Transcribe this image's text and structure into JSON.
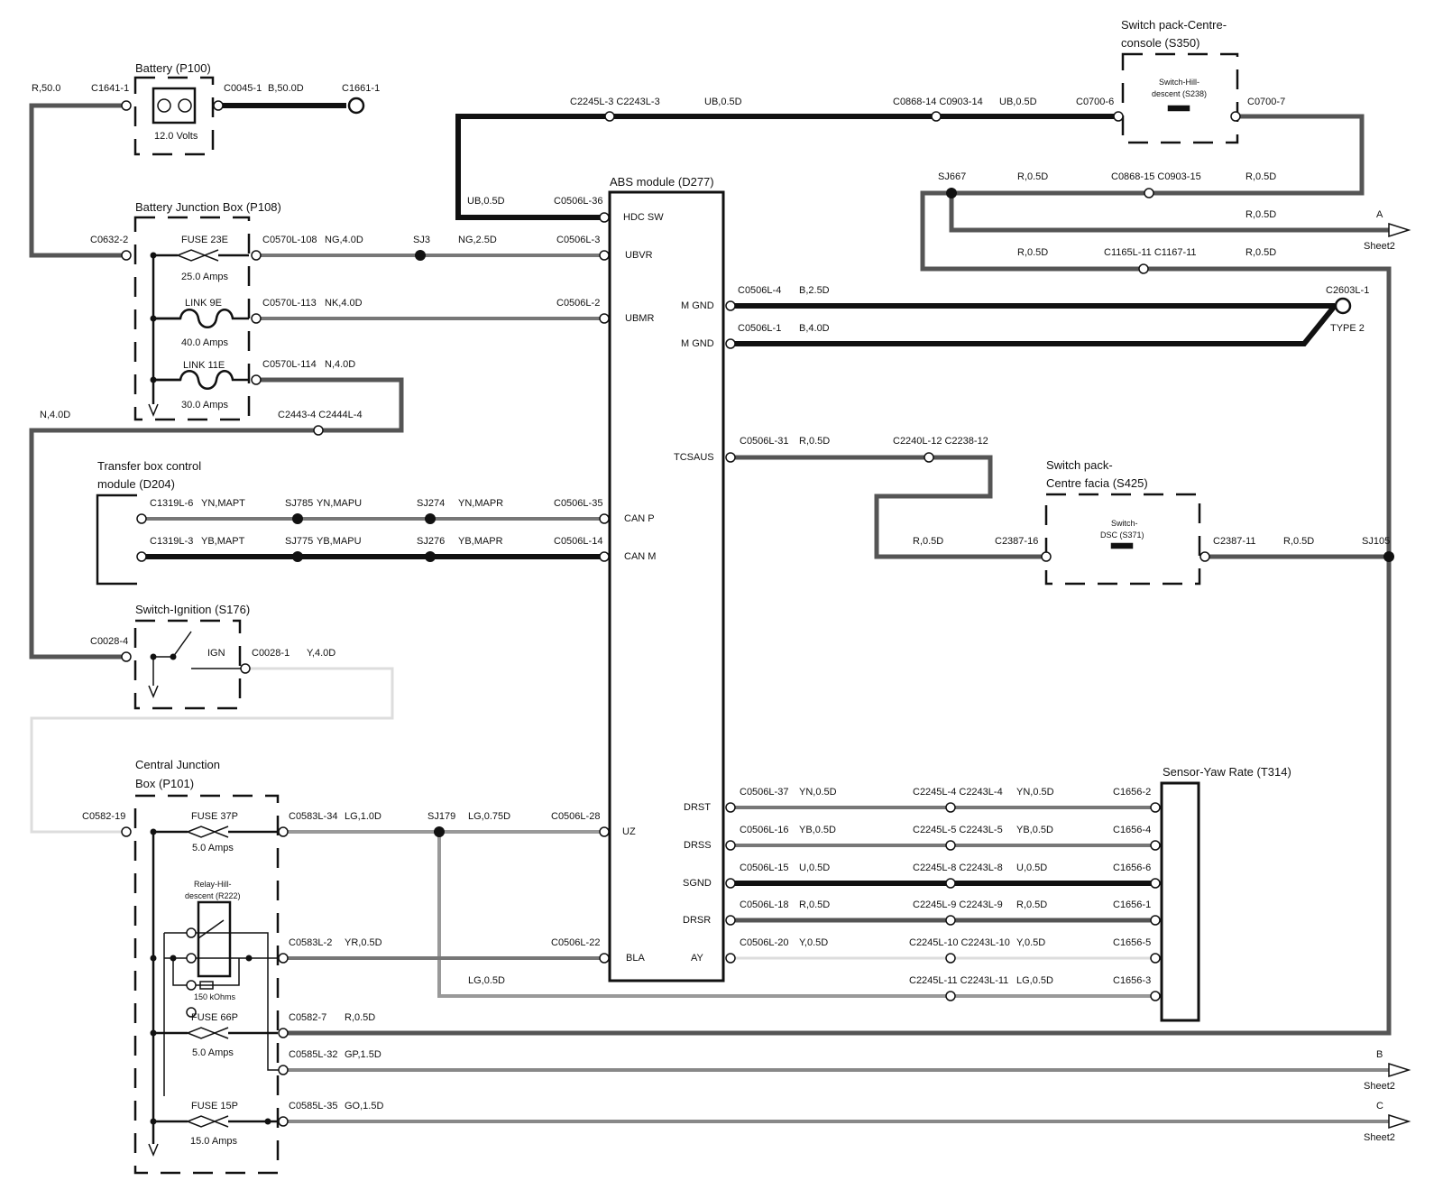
{
  "colors": {
    "ink": "#111111",
    "red_wire": "#555555",
    "grey_wire": "#888888",
    "light_wire": "#dddddd"
  },
  "components": {
    "battery": {
      "title": "Battery (P100)",
      "voltage": "12.0 Volts"
    },
    "bjb": {
      "title": "Battery Junction Box (P108)",
      "fuse23e": "FUSE 23E",
      "fuse23e_rating": "25.0 Amps",
      "link9e": "LINK 9E",
      "link9e_rating": "40.0 Amps",
      "link11e": "LINK 11E",
      "link11e_rating": "30.0 Amps"
    },
    "abs": {
      "title": "ABS module (D277)",
      "pins_left": [
        "HDC SW",
        "UBVR",
        "UBMR",
        "CAN P",
        "CAN M",
        "UZ",
        "BLA"
      ],
      "pins_right": [
        "M GND",
        "M GND",
        "TCSAUS",
        "DRST",
        "DRSS",
        "SGND",
        "DRSR",
        "AY"
      ]
    },
    "tbcm": {
      "title_line1": "Transfer box control",
      "title_line2": "module (D204)"
    },
    "ignition": {
      "title": "Switch-Ignition (S176)",
      "pos": "IGN"
    },
    "cjb": {
      "title_line1": "Central Junction",
      "title_line2": "Box (P101)",
      "fuse37p": "FUSE 37P",
      "fuse37p_rating": "5.0 Amps",
      "relay_line1": "Relay-Hill-",
      "relay_line2": "descent (R222)",
      "resistor": "150 kOhms",
      "fuse66p": "FUSE 66P",
      "fuse66p_rating": "5.0 Amps",
      "fuse15p": "FUSE 15P",
      "fuse15p_rating": "15.0 Amps"
    },
    "switch_console": {
      "title_line1": "Switch pack-Centre-",
      "title_line2": "console (S350)",
      "inner_line1": "Switch-Hill-",
      "inner_line2": "descent (S238)"
    },
    "switch_facia": {
      "title_line1": "Switch pack-",
      "title_line2": "Centre facia (S425)",
      "inner_line1": "Switch-",
      "inner_line2": "DSC (S371)"
    },
    "yaw": {
      "title": "Sensor-Yaw Rate (T314)"
    }
  },
  "labels": {
    "r500": "R,50.0",
    "c1641_1": "C1641-1",
    "c0045_1": "C0045-1",
    "b500d": "B,50.0D",
    "c1661_1": "C1661-1",
    "c0632_2": "C0632-2",
    "c0570l_108": "C0570L-108",
    "ng40d": "NG,4.0D",
    "sj3": "SJ3",
    "ng25d": "NG,2.5D",
    "c0506l_3": "C0506L-3",
    "c0570l_113": "C0570L-113",
    "nk40d": "NK,4.0D",
    "c0506l_2": "C0506L-2",
    "c0570l_114": "C0570L-114",
    "n40d_a": "N,4.0D",
    "n40d_b": "N,4.0D",
    "c2443_4": "C2443-4 C2444L-4",
    "c2245l_3": "C2245L-3 C2243L-3",
    "ub05d_a": "UB,0.5D",
    "c0868_14": "C0868-14 C0903-14",
    "ub05d_b": "UB,0.5D",
    "c0700_6": "C0700-6",
    "c0700_7": "C0700-7",
    "ub05d_c": "UB,0.5D",
    "c0506l_36": "C0506L-36",
    "sj667": "SJ667",
    "r05d_a": "R,0.5D",
    "c0868_15": "C0868-15 C0903-15",
    "r05d_b": "R,0.5D",
    "r05d_c": "R,0.5D",
    "a": "A",
    "sheet2_a": "Sheet2",
    "r05d_d": "R,0.5D",
    "c1165l_11": "C1165L-11 C1167-11",
    "r05d_e": "R,0.5D",
    "c0506l_4": "C0506L-4",
    "b25d": "B,2.5D",
    "c2603l_1": "C2603L-1",
    "c0506l_1": "C0506L-1",
    "b40d": "B,4.0D",
    "type2": "TYPE 2",
    "c0506l_31": "C0506L-31",
    "r05d_f": "R,0.5D",
    "c2240l_12": "C2240L-12 C2238-12",
    "r05d_g": "R,0.5D",
    "c2387_16": "C2387-16",
    "c2387_11": "C2387-11",
    "r05d_h": "R,0.5D",
    "sj105": "SJ105",
    "c1319l_6": "C1319L-6",
    "ynmapt": "YN,MAPT",
    "sj785": "SJ785",
    "ynmapu": "YN,MAPU",
    "sj274": "SJ274",
    "ynmapr": "YN,MAPR",
    "c0506l_35": "C0506L-35",
    "c1319l_3": "C1319L-3",
    "ybmapt": "YB,MAPT",
    "sj775": "SJ775",
    "ybmapu": "YB,MAPU",
    "sj276": "SJ276",
    "ybmapr": "YB,MAPR",
    "c0506l_14": "C0506L-14",
    "c0028_4": "C0028-4",
    "c0028_1": "C0028-1",
    "y40d": "Y,4.0D",
    "c0582_19": "C0582-19",
    "c0583l_34": "C0583L-34",
    "lg10d": "LG,1.0D",
    "sj179": "SJ179",
    "lg075d": "LG,0.75D",
    "c0506l_28": "C0506L-28",
    "c0583l_2": "C0583L-2",
    "yr05d": "YR,0.5D",
    "c0506l_22": "C0506L-22",
    "lg05d_a": "LG,0.5D",
    "c2245l_11": "C2245L-11 C2243L-11",
    "lg05d_b": "LG,0.5D",
    "c1656_3": "C1656-3",
    "c0582_7": "C0582-7",
    "r05d_i": "R,0.5D",
    "c0585l_32": "C0585L-32",
    "gp15d": "GP,1.5D",
    "b": "B",
    "sheet2_b": "Sheet2",
    "c0585l_35": "C0585L-35",
    "go15d": "GO,1.5D",
    "c": "C",
    "sheet2_c": "Sheet2",
    "c0506l_37": "C0506L-37",
    "yn05d_a": "YN,0.5D",
    "c2245l_4": "C2245L-4 C2243L-4",
    "yn05d_b": "YN,0.5D",
    "c1656_2": "C1656-2",
    "c0506l_16": "C0506L-16",
    "yb05d_a": "YB,0.5D",
    "c2245l_5": "C2245L-5 C2243L-5",
    "yb05d_b": "YB,0.5D",
    "c1656_4": "C1656-4",
    "c0506l_15": "C0506L-15",
    "u05d_a": "U,0.5D",
    "c2245l_8": "C2245L-8 C2243L-8",
    "u05d_b": "U,0.5D",
    "c1656_6": "C1656-6",
    "c0506l_18": "C0506L-18",
    "r05d_j": "R,0.5D",
    "c2245l_9": "C2245L-9 C2243L-9",
    "r05d_k": "R,0.5D",
    "c1656_1": "C1656-1",
    "c0506l_20": "C0506L-20",
    "y05d_a": "Y,0.5D",
    "c2245l_10": "C2245L-10 C2243L-10",
    "y05d_b": "Y,0.5D",
    "c1656_5": "C1656-5"
  }
}
